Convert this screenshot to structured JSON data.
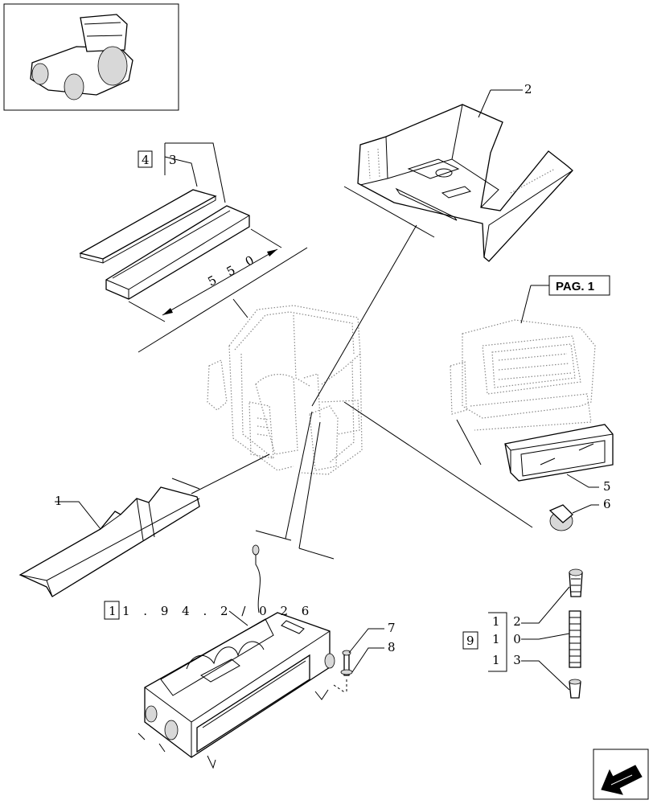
{
  "callouts": {
    "c1": "1",
    "c2": "2",
    "c3": "3",
    "c4": "4",
    "c5": "5",
    "c6": "6",
    "c7": "7",
    "c8": "8",
    "c9": "9",
    "c10": "1 0",
    "c12": "1 2",
    "c13": "1 3"
  },
  "dimension": {
    "length": "5 5 0"
  },
  "page_ref": {
    "label": "PAG. 1"
  },
  "section_ref": {
    "prefix": "1",
    "code": "1 . 9 4 . 2 / 0 2 6"
  },
  "icons": {
    "thumbnail": "tractor-thumbnail-icon",
    "nav": "back-arrow-icon"
  }
}
